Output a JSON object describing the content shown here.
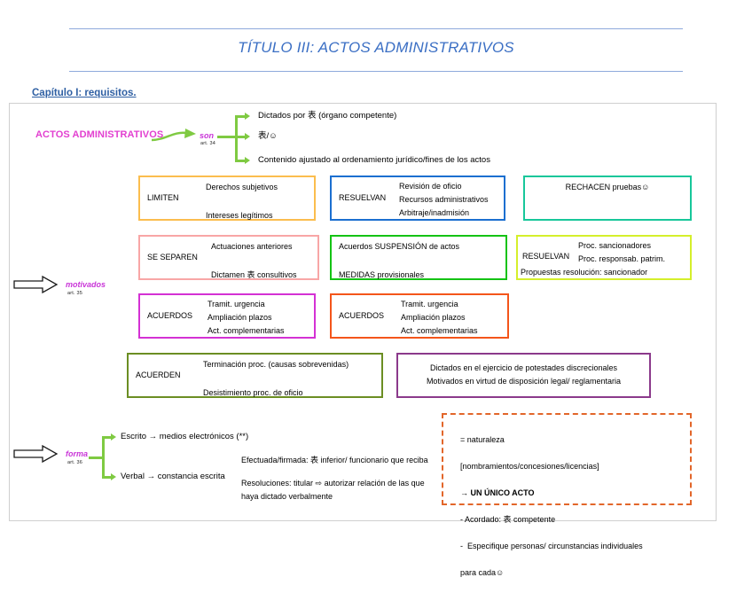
{
  "document": {
    "title": "TÍTULO III: ACTOS ADMINISTRATIVOS",
    "chapter_heading": "Capítulo I: requisitos.",
    "title_color": "#3B6FC4",
    "rule_color": "#8FAADC",
    "heading_color": "#2E5FA3"
  },
  "diagram": {
    "root_label": "ACTOS ADMINISTRATIVOS",
    "root_color": "#E23FD0",
    "branches": [
      {
        "word": "son",
        "article": "art. 34"
      },
      {
        "word": "motivados",
        "article": "art. 35"
      },
      {
        "word": "forma",
        "article": "art. 36"
      }
    ],
    "son_items": [
      "Dictados por 表 (órgano competente)",
      "表/☺",
      "Contenido ajustado al ordenamiento jurídico/fines de los actos"
    ],
    "motivados_boxes": [
      {
        "id": "limiten",
        "border_color": "#FBBD4E",
        "left_label": "LIMITEN",
        "lines": [
          "Derechos subjetivos",
          "",
          "Intereses legítimos"
        ]
      },
      {
        "id": "resuelvan",
        "border_color": "#1B6FD0",
        "left_label": "RESUELVAN",
        "lines": [
          "Revisión de oficio",
          "Recursos administrativos",
          "Arbitraje/inadmisión"
        ]
      },
      {
        "id": "rechacen",
        "border_color": "#17C79A",
        "left_label": "",
        "lines": [
          "RECHACEN pruebas☺"
        ]
      },
      {
        "id": "se-separen",
        "border_color": "#F8A6A6",
        "left_label": "SE SEPAREN",
        "lines": [
          "Actuaciones anteriores",
          "",
          "Dictamen 表 consultivos"
        ]
      },
      {
        "id": "acuerdos-suspension",
        "border_color": "#14C314",
        "left_label": "",
        "lines": [
          "Acuerdos SUSPENSIÓN de actos",
          "",
          "MEDIDAS provisionales"
        ]
      },
      {
        "id": "resuelvan-sancionadores",
        "border_color": "#D5EF2B",
        "left_label": "RESUELVAN",
        "lines": [
          "Proc. sancionadores",
          "Proc. responsab. patrim.",
          "Propuestas resolución: sancionador"
        ]
      },
      {
        "id": "acuerdos-1",
        "border_color": "#D431D4",
        "left_label": "ACUERDOS",
        "lines": [
          "Tramit. urgencia",
          "Ampliación plazos",
          "Act. complementarias"
        ]
      },
      {
        "id": "acuerdos-2",
        "border_color": "#F4551A",
        "left_label": "ACUERDOS",
        "lines": [
          "Tramit. urgencia",
          "Ampliación plazos",
          "Act. complementarias"
        ]
      },
      {
        "id": "acuerden",
        "border_color": "#6B8E23",
        "left_label": "ACUERDEN",
        "lines": [
          "Terminación proc. (causas sobrevenidas)",
          "",
          "Desistimiento proc. de oficio"
        ]
      },
      {
        "id": "discrecionales",
        "border_color": "#8B3A8B",
        "left_label": "",
        "lines": [
          "Dictados en el ejercicio de potestades discrecionales",
          "Motivados en virtud de disposición legal/ reglamentaria"
        ]
      }
    ],
    "forma_items": [
      "Escrito → medios electrónicos (**)",
      "Verbal → constancia escrita"
    ],
    "forma_notes": {
      "efectuada": "Efectuada/firmada: 表 inferior/ funcionario que reciba",
      "resoluciones": "Resoluciones: titular ⇨ autorizar relación de las que\nhaya dictado verbalmente"
    },
    "naturaleza_box": {
      "border_color": "#E2662A",
      "lines": [
        "= naturaleza",
        "[nombramientos/concesiones/licencias]",
        "→ UN ÚNICO ACTO",
        "- Acordado: 表 competente",
        "-  Especifique personas/ circunstancias individuales",
        "para cada☺"
      ]
    }
  }
}
